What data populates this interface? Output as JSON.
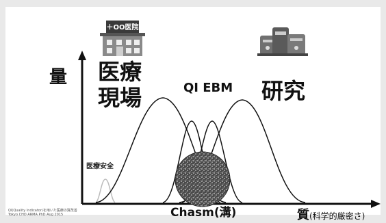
{
  "y_axis_label": "量",
  "clinic_label_line1": "医療",
  "clinic_label_line2": "現場",
  "qi_ebm_label": "QI EBM",
  "research_label": "研究",
  "safety_label": "医療安全",
  "chasm_label": "Chasm(溝)",
  "x_axis_label": "質",
  "x_axis_sublabel": "(科学的厳密さ)",
  "hospital_sign": "＋OO医院",
  "source_line1": "QI(Quality Indicator)を用いた医療の質改善",
  "source_line2": "Tokyo CHD ARMA PhD Aug 2015"
}
